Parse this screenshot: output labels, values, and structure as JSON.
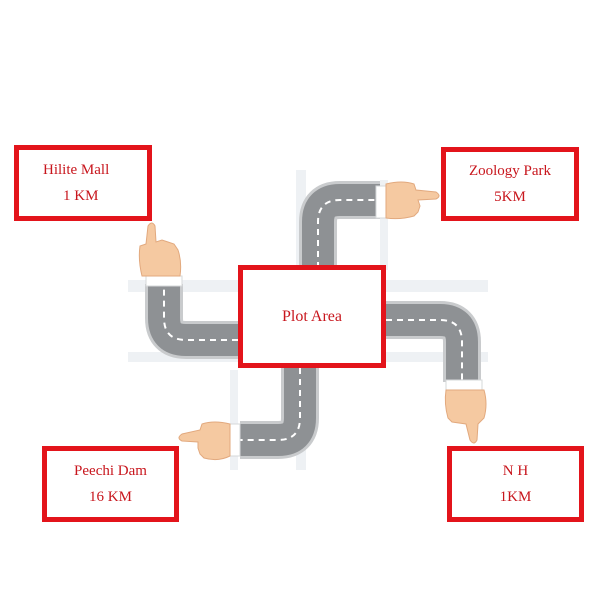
{
  "colors": {
    "box_border": "#e3141b",
    "text": "#c8161d",
    "road": "#8e9194",
    "road_edge": "#c9cbcd",
    "lane_mark": "#ffffff",
    "skin": "#f5c9a1",
    "cuff": "#ffffff"
  },
  "center": {
    "label": "Plot Area"
  },
  "destinations": [
    {
      "name": "Hilite Mall",
      "distance": "1 KM"
    },
    {
      "name": "Zoology Park",
      "distance": "5KM"
    },
    {
      "name": "Peechi Dam",
      "distance": "16 KM"
    },
    {
      "name": "N H",
      "distance": "1KM"
    }
  ],
  "icons": [
    "road-arm-icon",
    "pointing-hand-up-icon",
    "pointing-hand-right-icon",
    "pointing-hand-left-icon",
    "pointing-hand-down-icon"
  ]
}
